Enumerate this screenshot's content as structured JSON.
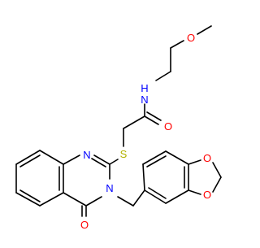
{
  "molecule": {
    "atom_labels": {
      "methoxy_o": "O",
      "amide_nh": "N",
      "amide_nh_h": "H",
      "amide_o": "O",
      "thioether_s": "S",
      "quinazoline_n1": "N",
      "quinazoline_n3": "N",
      "quinazolinone_o": "O",
      "dioxole_o1": "O",
      "dioxole_o2": "O"
    },
    "colors": {
      "bond": "#000000",
      "oxygen": "#ff0000",
      "nitrogen": "#0000ff",
      "sulfur": "#b2b200"
    }
  }
}
